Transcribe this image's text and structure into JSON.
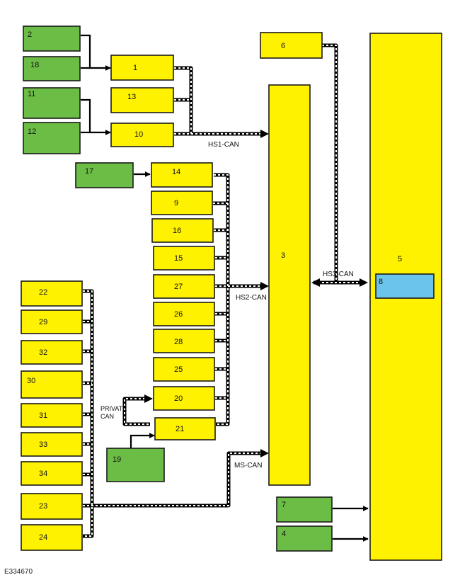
{
  "modules": {
    "m1": "1",
    "m2": "2",
    "m3": "3",
    "m4": "4",
    "m5": "5",
    "m6": "6",
    "m7": "7",
    "m8": "8",
    "m9": "9",
    "m10": "10",
    "m11": "11",
    "m12": "12",
    "m13": "13",
    "m14": "14",
    "m15": "15",
    "m16": "16",
    "m17": "17",
    "m18": "18",
    "m19": "19",
    "m20": "20",
    "m21": "21",
    "m22": "22",
    "m23": "23",
    "m24": "24",
    "m25": "25",
    "m26": "26",
    "m27": "27",
    "m28": "28",
    "m29": "29",
    "m30": "30",
    "m31": "31",
    "m32": "32",
    "m33": "33",
    "m34": "34"
  },
  "buses": {
    "hs1": "HS1-CAN",
    "hs2": "HS2-CAN",
    "hs3": "HS3-CAN",
    "ms": "MS-CAN",
    "private_line1": "PRIVATE",
    "private_line2": "CAN"
  },
  "figure_code": "E334670",
  "colors": {
    "ecu": "#fff200",
    "sensor": "#6cbd45",
    "gateway_sub": "#6bc4ec"
  }
}
